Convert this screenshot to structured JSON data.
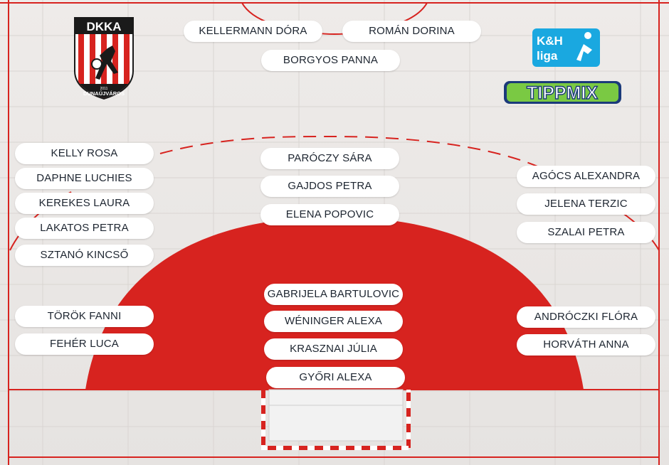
{
  "club_logo": {
    "main_text": "DKKA",
    "year": "2011",
    "city": "DUNAÚJVÁROS"
  },
  "league_logo": {
    "line1": "K&H",
    "line2": "liga"
  },
  "sponsor_logo": {
    "text": "TIPPMIX"
  },
  "colors": {
    "court_red": "#d7231f",
    "pill_bg": "#ffffff",
    "text": "#1d2530",
    "kh_blue": "#1aa8e0",
    "tippmix_green": "#7ac943"
  },
  "players": {
    "top": [
      "KELLERMANN DÓRA",
      "ROMÁN DORINA",
      "BORGYOS PANNA"
    ],
    "left_backs": [
      "KELLY ROSA",
      "DAPHNE LUCHIES",
      "KEREKES LAURA",
      "LAKATOS PETRA",
      "SZTANÓ KINCSŐ"
    ],
    "left_wings": [
      "TÖRÖK FANNI",
      "FEHÉR LUCA"
    ],
    "center_backs": [
      "PARÓCZY SÁRA",
      "GAJDOS PETRA",
      "ELENA POPOVIC"
    ],
    "pivots": [
      "GABRIJELA BARTULOVIC",
      "WÉNINGER ALEXA",
      "KRASZNAI JÚLIA",
      "GYŐRI ALEXA"
    ],
    "right_backs": [
      "AGÓCS ALEXANDRA",
      "JELENA TERZIC",
      "SZALAI PETRA"
    ],
    "right_wings": [
      "ANDRÓCZKI FLÓRA",
      "HORVÁTH ANNA"
    ]
  }
}
